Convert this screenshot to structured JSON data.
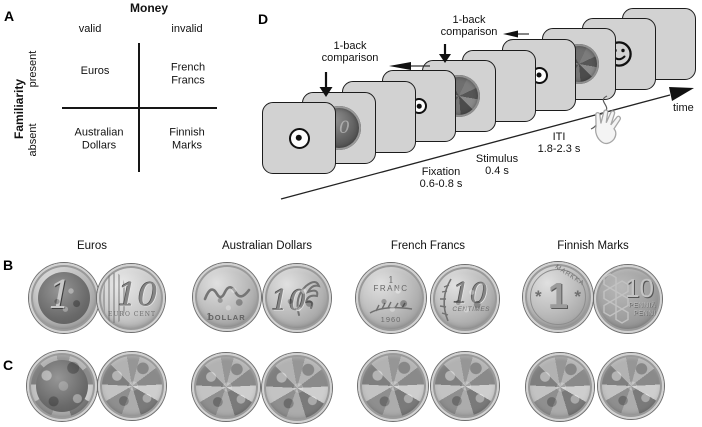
{
  "panel_a": {
    "label": "A",
    "money_header": "Money",
    "valid": "valid",
    "invalid": "invalid",
    "familiarity_header": "Familiarity",
    "present": "present",
    "absent": "absent",
    "cell_valid_present": "Euros",
    "cell_invalid_present": "French Francs",
    "cell_valid_absent": "Australian Dollars",
    "cell_invalid_absent": "Finnish Marks"
  },
  "panel_d": {
    "label": "D",
    "oneback_line1": "1-back",
    "oneback_line2": "comparison",
    "fixation_label": "Fixation",
    "fixation_duration": "0.6-0.8 s",
    "stimulus_label": "Stimulus",
    "stimulus_duration": "0.4 s",
    "iti_label": "ITI",
    "iti_duration": "1.8-2.3 s",
    "time_label": "time",
    "card_coin_hint": "10",
    "sequence": [
      "fixation",
      "stimulus",
      "blank",
      "fixation",
      "stimulus",
      "blank",
      "fixation",
      "stimulus",
      "feedback-smiley",
      "blank"
    ]
  },
  "panel_b": {
    "label": "B"
  },
  "panel_c": {
    "label": "C"
  },
  "currencies": [
    {
      "name": "Euros",
      "coin1": {
        "value": "1"
      },
      "coin2": {
        "value": "10",
        "caption": "EURO CENT"
      }
    },
    {
      "name": "Australian Dollars",
      "coin1": {
        "value": "1",
        "caption": "DOLLAR"
      },
      "coin2": {
        "value": "10"
      }
    },
    {
      "name": "French Francs",
      "coin1": {
        "value": "1",
        "caption": "FRANC",
        "year": "1960"
      },
      "coin2": {
        "value": "10",
        "caption": "CENTIMES"
      }
    },
    {
      "name": "Finnish Marks",
      "coin1": {
        "value": "1",
        "caption": "MARKKA"
      },
      "coin2": {
        "value": "10",
        "caption": "PENNIÄ PENNI"
      }
    }
  ],
  "colors": {
    "background": "#ffffff",
    "card_fill": "#d2d2d2",
    "card_border": "#1c1c1c",
    "text": "#111111"
  }
}
